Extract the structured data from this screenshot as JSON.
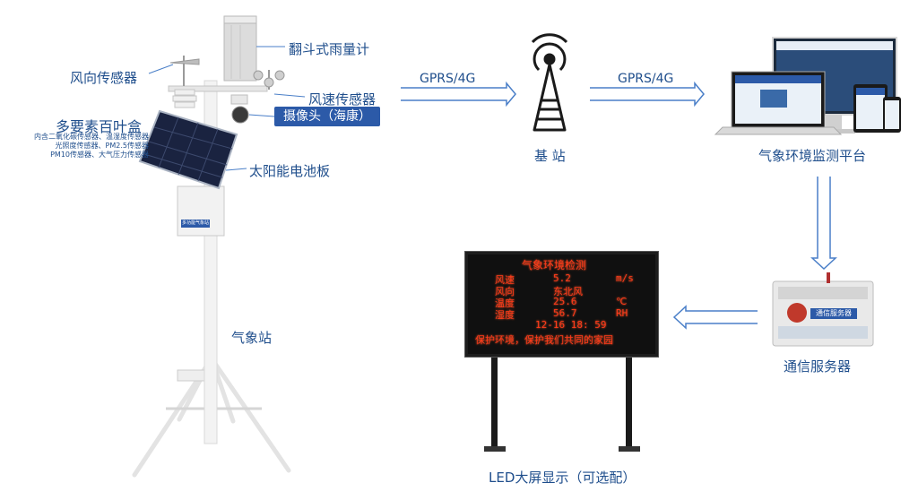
{
  "labels": {
    "rain_gauge": "翻斗式雨量计",
    "wind_direction": "风向传感器",
    "wind_speed": "风速传感器",
    "camera": "摄像头（海康）",
    "multi_element_box": "多要素百叶盒",
    "multi_element_desc": [
      "内含二氧化碳传感器、温湿度传感器",
      "光照度传感器、PM2.5传感器",
      "PM10传感器、大气压力传感器"
    ],
    "solar_panel": "太阳能电池板",
    "station": "气象站",
    "link1": "GPRS/4G",
    "link2": "GPRS/4G",
    "base_station": "基 站",
    "platform": "气象环境监测平台",
    "comm_server": "通信服务器",
    "led_display": "LED大屏显示（可选配）",
    "box_tag": "多功能气象站",
    "server_tag": "通信服务器"
  },
  "led": {
    "title": "气象环境检测",
    "rows": [
      {
        "label": "风速",
        "value": "5.2",
        "unit": "m/s"
      },
      {
        "label": "风向",
        "value": "东北风",
        "unit": ""
      },
      {
        "label": "温度",
        "value": "25.6",
        "unit": "℃"
      },
      {
        "label": "湿度",
        "value": "56.7",
        "unit": "RH"
      }
    ],
    "time": "12-16 18: 59",
    "slogan": "保护环境，保护我们共同的家园"
  },
  "colors": {
    "text": "#1f4e8c",
    "arrow": "#4a7fc8",
    "led": "#ff3a1a"
  }
}
